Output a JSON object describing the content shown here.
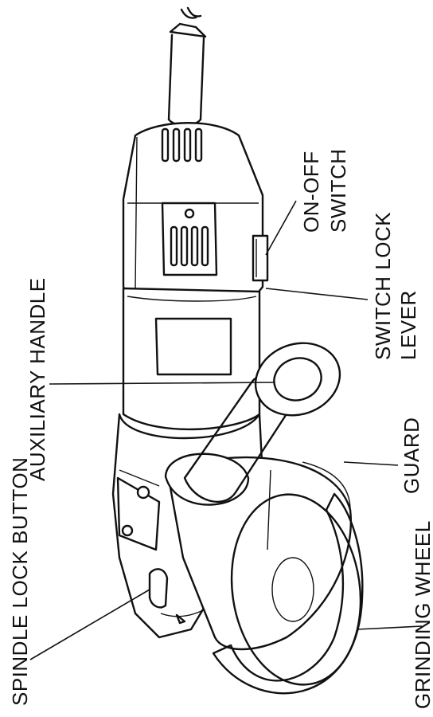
{
  "labels": {
    "spindle_lock_button": "SPINDLE LOCK BUTTON",
    "auxiliary_handle": "AUXILIARY HANDLE",
    "on_off_switch_line1": "ON-OFF",
    "on_off_switch_line2": "SWITCH",
    "switch_lock_lever_line1": "SWITCH LOCK",
    "switch_lock_lever_line2": "LEVER",
    "guard": "GUARD",
    "grinding_wheel": "GRINDING WHEEL"
  }
}
